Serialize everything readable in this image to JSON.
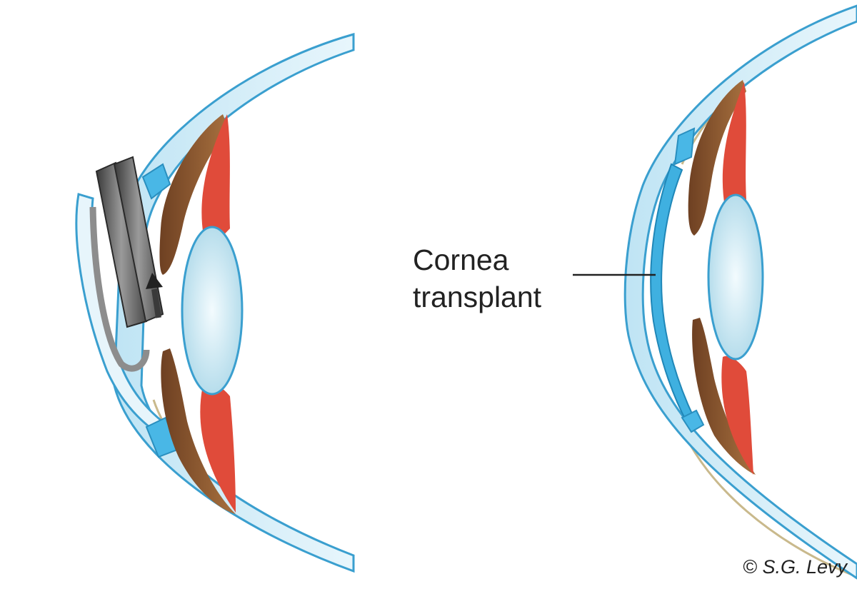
{
  "callout": {
    "line1": "Cornea",
    "line2": "transplant"
  },
  "credit": "© S.G. Levy",
  "colors": {
    "cornea_fill": "#d4eef8",
    "cornea_edge": "#3a9fcf",
    "graft_blue": "#3fb0e0",
    "iris_brown": "#8a5632",
    "ciliary_red": "#e04b3a",
    "lens_fill": "#cfe9f2",
    "instrument_grey": "#7a7a7a",
    "sclera_line": "#c9b98c"
  }
}
